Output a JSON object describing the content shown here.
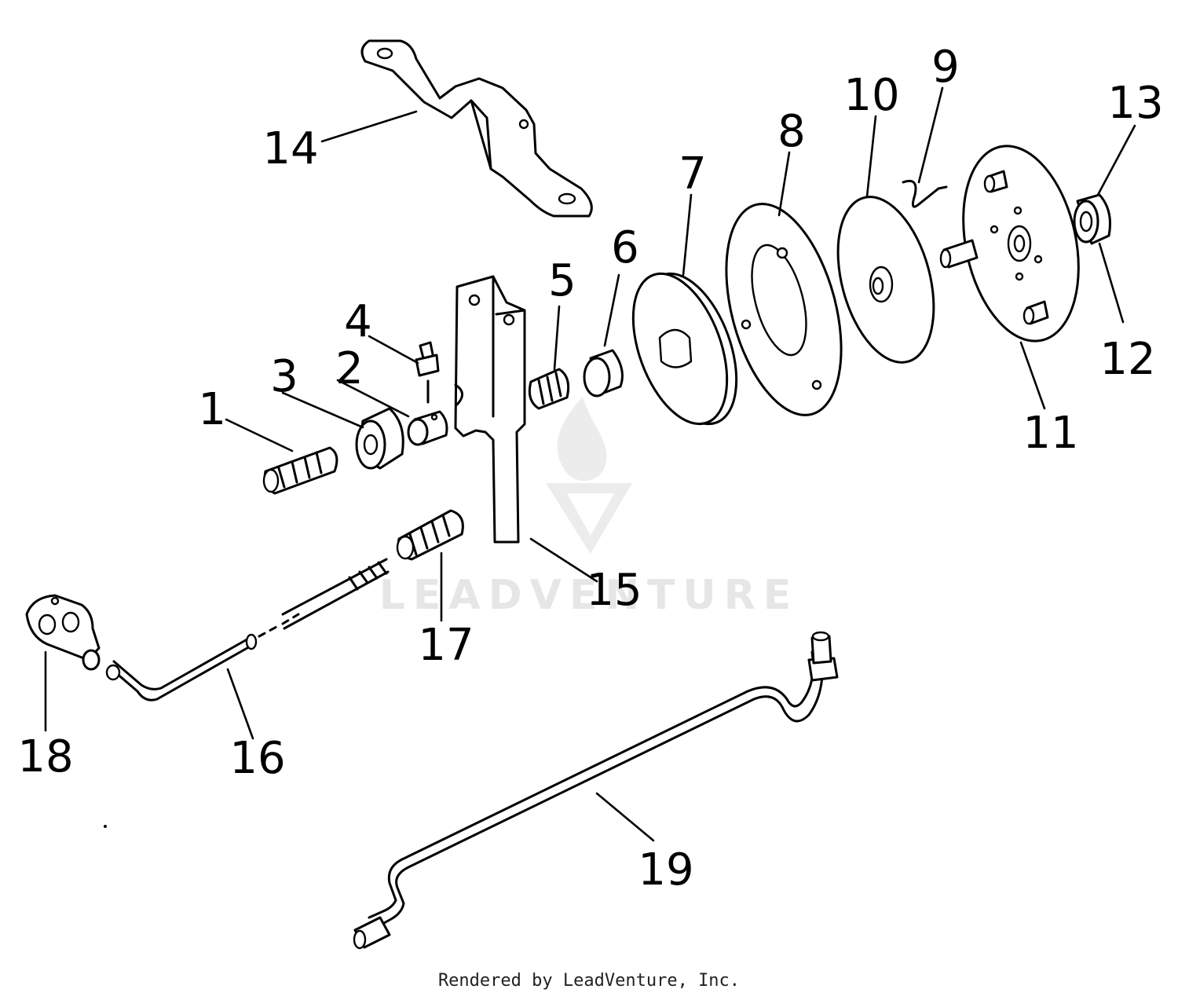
{
  "callouts": {
    "c1": "1",
    "c2": "2",
    "c3": "3",
    "c4": "4",
    "c5": "5",
    "c6": "6",
    "c7": "7",
    "c8": "8",
    "c9": "9",
    "c10": "10",
    "c11": "11",
    "c12": "12",
    "c13": "13",
    "c14": "14",
    "c15": "15",
    "c16": "16",
    "c17": "17",
    "c18": "18",
    "c19": "19"
  },
  "watermark": {
    "text": "LEADVENTURE"
  },
  "footer": {
    "text": "Rendered by LeadVenture, Inc."
  }
}
